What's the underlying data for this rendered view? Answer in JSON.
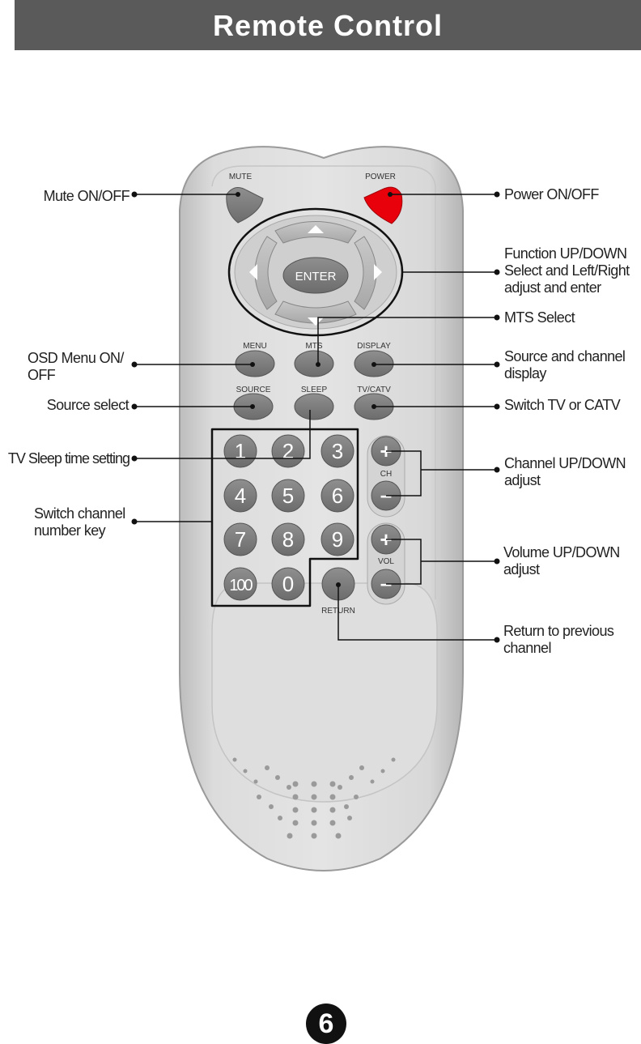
{
  "header": {
    "title": "Remote Control"
  },
  "remote_buttons": {
    "mute": "MUTE",
    "power": "POWER",
    "enter": "ENTER",
    "menu": "MENU",
    "mts": "MTS",
    "display": "DISPLAY",
    "source": "SOURCE",
    "sleep": "SLEEP",
    "tvcatv": "TV/CATV",
    "digits": [
      "1",
      "2",
      "3",
      "4",
      "5",
      "6",
      "7",
      "8",
      "9",
      "100",
      "0"
    ],
    "ch": "CH",
    "vol": "VOL",
    "plus": "+",
    "minus": "–",
    "return": "RETURN"
  },
  "callouts": {
    "mute": "Mute ON/OFF",
    "power": "Power ON/OFF",
    "function": "Function UP/DOWN\nSelect and Left/Right\nadjust and enter",
    "mts": "MTS Select",
    "osd": "OSD Menu ON/\nOFF",
    "display": "Source and channel\ndisplay",
    "source": "Source select",
    "tvcatv": "Switch TV or CATV",
    "sleep": "TV Sleep time setting",
    "channel": "Channel UP/DOWN\nadjust",
    "number": "Switch channel\nnumber key",
    "volume": "Volume UP/DOWN\nadjust",
    "return": "Return to previous\nchannel"
  },
  "page_number": "6",
  "colors": {
    "header": "#5a5a5a",
    "power_button": "#e8000b",
    "remote_body": "#d9d9d9"
  }
}
